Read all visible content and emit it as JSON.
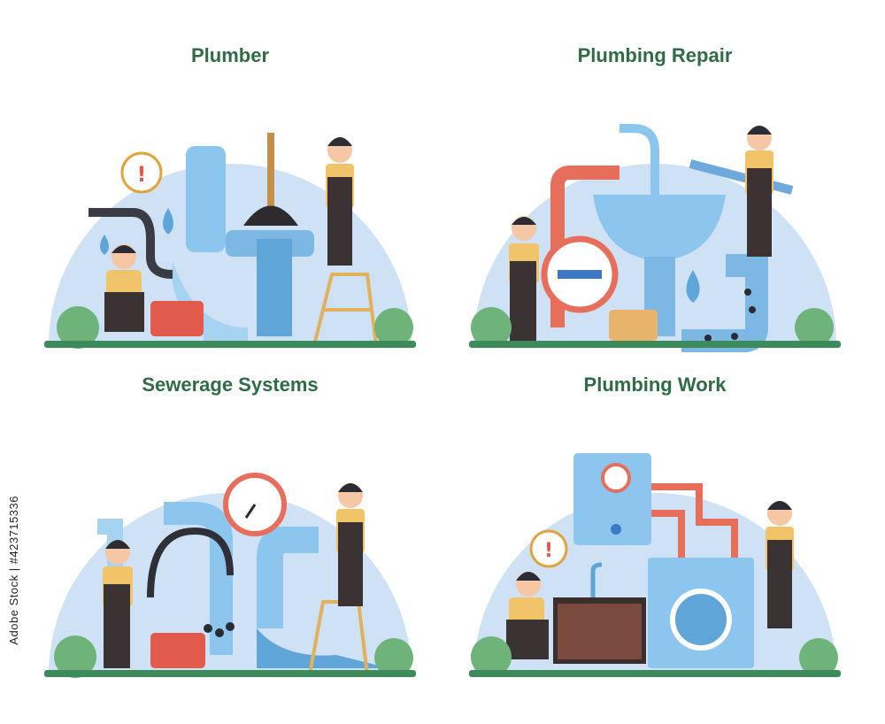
{
  "panels": [
    {
      "title": "Plumber"
    },
    {
      "title": "Plumbing Repair"
    },
    {
      "title": "Sewerage Systems"
    },
    {
      "title": "Plumbing Work"
    }
  ],
  "stock_id": "Adobe Stock | #423715336",
  "colors": {
    "title": "#2f6b45",
    "sky": "#cfe1f5",
    "pipe": "#8cc6ee",
    "ground": "#3d8a5a",
    "worker": "#3b3333",
    "shirt": "#f1c46a",
    "toolbox": "#e15a4b"
  }
}
